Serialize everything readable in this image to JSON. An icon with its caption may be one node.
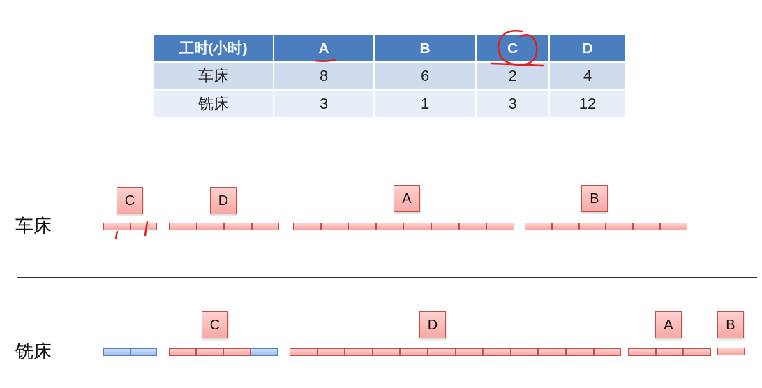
{
  "diagram": {
    "nodes": [
      {
        "text": [
          "C"
        ]
      },
      {
        "text": [
          "D"
        ]
      },
      {
        "text": [
          "A"
        ]
      },
      {
        "text": [
          "B"
        ]
      },
      {
        "text": [
          "C"
        ]
      },
      {
        "text": [
          "D"
        ]
      },
      {
        "text": [
          "A"
        ]
      },
      {
        "text": [
          "B"
        ]
      }
    ],
    "labels": [
      "工时(小时)",
      "A",
      "B",
      "C",
      "D",
      "车床",
      "8",
      "6",
      "2",
      "4",
      "铣床",
      "3",
      "1",
      "3",
      "12",
      "车床",
      "铣床"
    ]
  }
}
